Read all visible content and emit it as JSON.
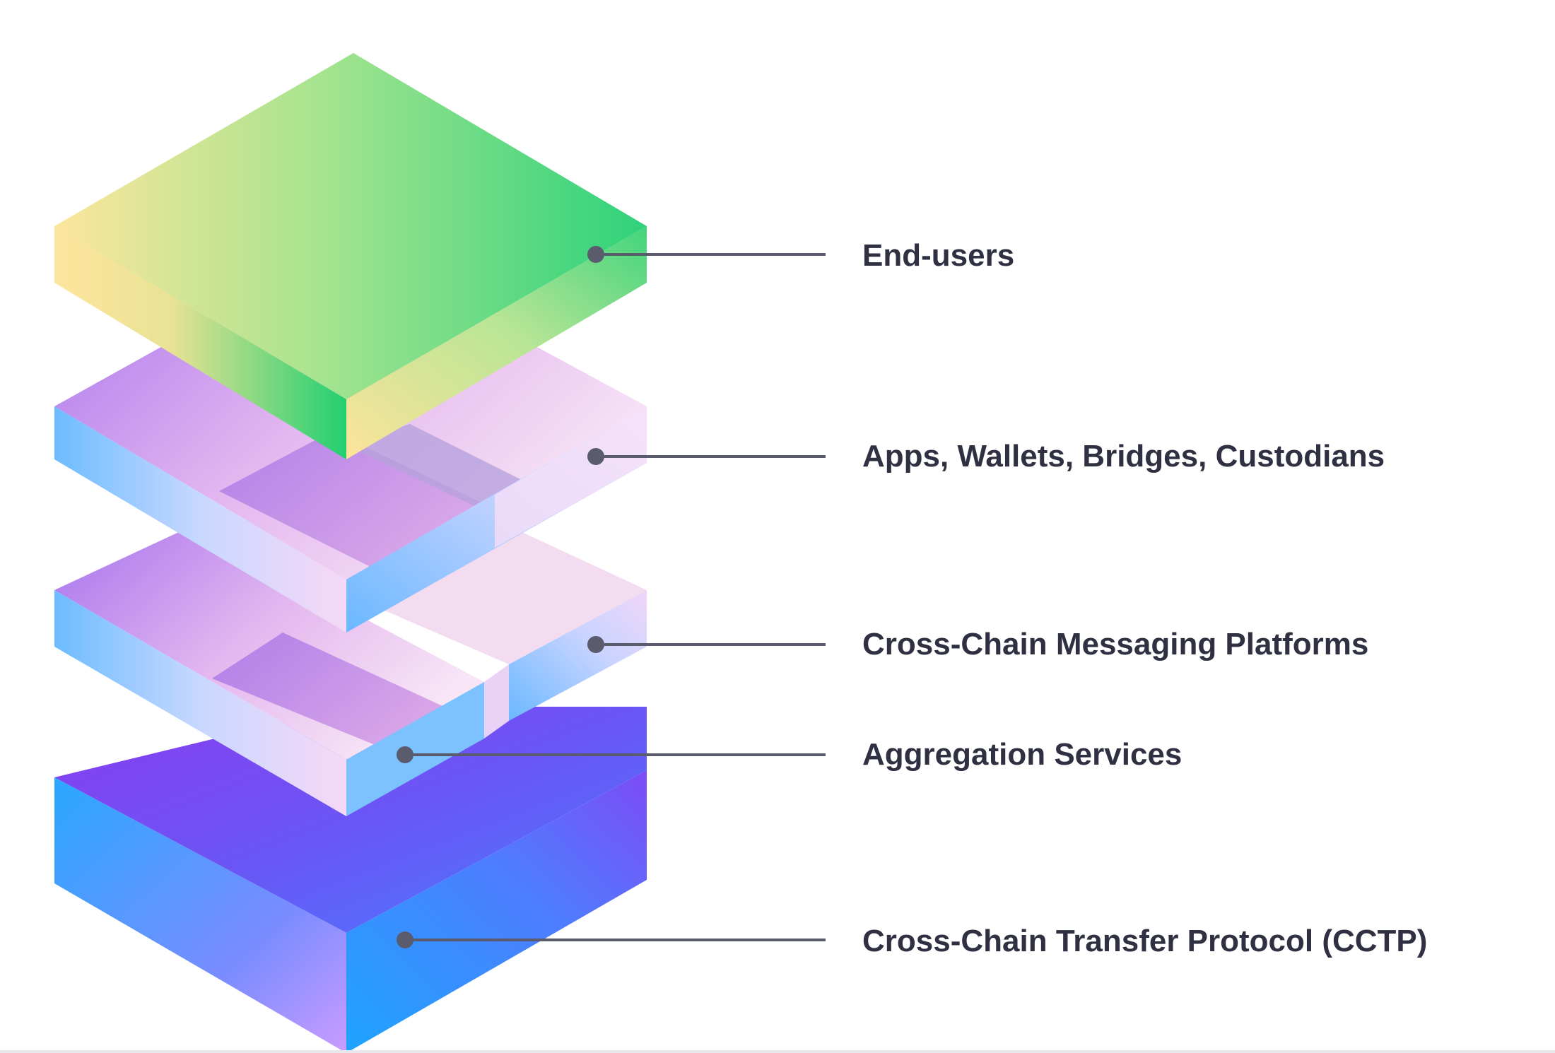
{
  "layers": [
    {
      "id": "end-users",
      "label": "End-users"
    },
    {
      "id": "apps",
      "label": "Apps, Wallets, Bridges, Custodians"
    },
    {
      "id": "messaging",
      "label": "Cross-Chain Messaging Platforms"
    },
    {
      "id": "aggregation",
      "label": "Aggregation Services"
    },
    {
      "id": "cctp",
      "label": "Cross-Chain Transfer Protocol (CCTP)"
    }
  ],
  "colors": {
    "label_text": "#2f3142",
    "leader_line": "#5a5c6e",
    "green_layer": [
      "#fde49a",
      "#2fd37a"
    ],
    "purple_layers": [
      "#a874f0",
      "#f5dcf6",
      "#6bbcff"
    ],
    "base_block": [
      "#7a4bf2",
      "#2aa3ff",
      "#c79aff"
    ]
  }
}
